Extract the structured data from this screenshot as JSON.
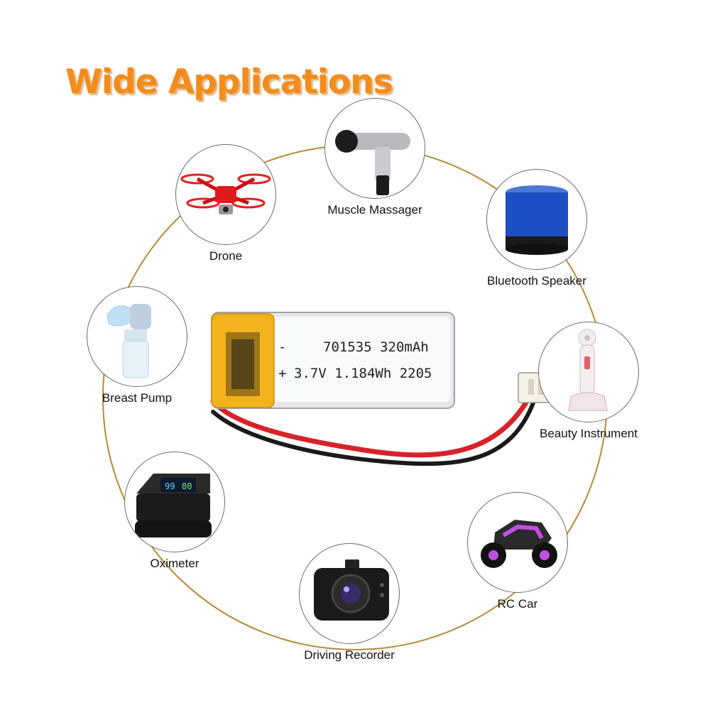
{
  "title": "Wide Applications",
  "battery": {
    "line1_sign": "-",
    "line1_text": "701535 320mAh",
    "line2_sign": "+",
    "line2_text": "3.7V 1.184Wh 2205"
  },
  "applications": [
    {
      "label": "Muscle Massager",
      "icon": "massage-gun-icon"
    },
    {
      "label": "Drone",
      "icon": "drone-icon"
    },
    {
      "label": "Bluetooth Speaker",
      "icon": "speaker-icon"
    },
    {
      "label": "Breast Pump",
      "icon": "breast-pump-icon"
    },
    {
      "label": "Beauty Instrument",
      "icon": "beauty-device-icon"
    },
    {
      "label": "Oximeter",
      "icon": "oximeter-icon"
    },
    {
      "label": "RC Car",
      "icon": "rc-car-icon"
    },
    {
      "label": "Driving Recorder",
      "icon": "dashcam-icon"
    }
  ],
  "oximeter_reading": "99",
  "oximeter_pulse": "80",
  "colors": {
    "title": "#f28c1c",
    "ring": "#b48a3c",
    "battery_wrap": "#f2b31c",
    "red_wire": "#d8222a",
    "black_wire": "#1a1a1a"
  }
}
